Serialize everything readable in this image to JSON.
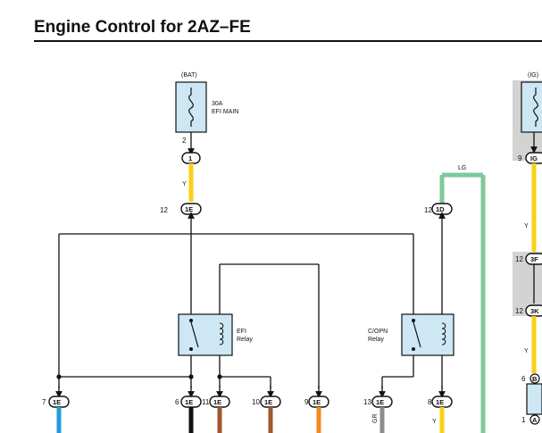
{
  "title": "Engine Control for 2AZ–FE",
  "power_sources": {
    "bat": "(BAT)",
    "ig": "(IG)"
  },
  "fuse": {
    "rating": "30A",
    "name": "EFI MAIN"
  },
  "relays": {
    "efi": {
      "line1": "EFI",
      "line2": "Relay"
    },
    "copn": {
      "line1": "C/OPN",
      "line2": "Relay"
    }
  },
  "wire_colors": {
    "y": "Y",
    "lg": "LG",
    "gr": "GR"
  },
  "connectors": {
    "j1": {
      "pin": "2",
      "id": "1"
    },
    "e12": {
      "pin": "12",
      "id": "1E"
    },
    "d12": {
      "pin": "12",
      "id": "1D"
    },
    "ig9": {
      "pin": "9",
      "id": "IG"
    },
    "b7": {
      "pin": "7",
      "id": "1E"
    },
    "b6": {
      "pin": "6",
      "id": "1E"
    },
    "b11": {
      "pin": "11",
      "id": "1E"
    },
    "b10": {
      "pin": "10",
      "id": "1E"
    },
    "b9": {
      "pin": "9",
      "id": "1E"
    },
    "b13": {
      "pin": "13",
      "id": "1E"
    },
    "b8": {
      "pin": "8",
      "id": "1E"
    },
    "r3f": {
      "pin": "12",
      "id": "3F"
    },
    "r3k": {
      "pin": "12",
      "id": "3K"
    },
    "rB": {
      "pin": "6",
      "id": "B"
    },
    "rA": {
      "pin": "1",
      "id": "A"
    }
  },
  "colors": {
    "yellow": "#f7d117",
    "green": "#7ec89b",
    "blue": "#1e9fd8",
    "brown": "#9c5a2e",
    "orange": "#f08a1c",
    "gray": "#8c8c8c",
    "relay_fill": "#cde7f4",
    "shade": "#d3d3d3"
  }
}
